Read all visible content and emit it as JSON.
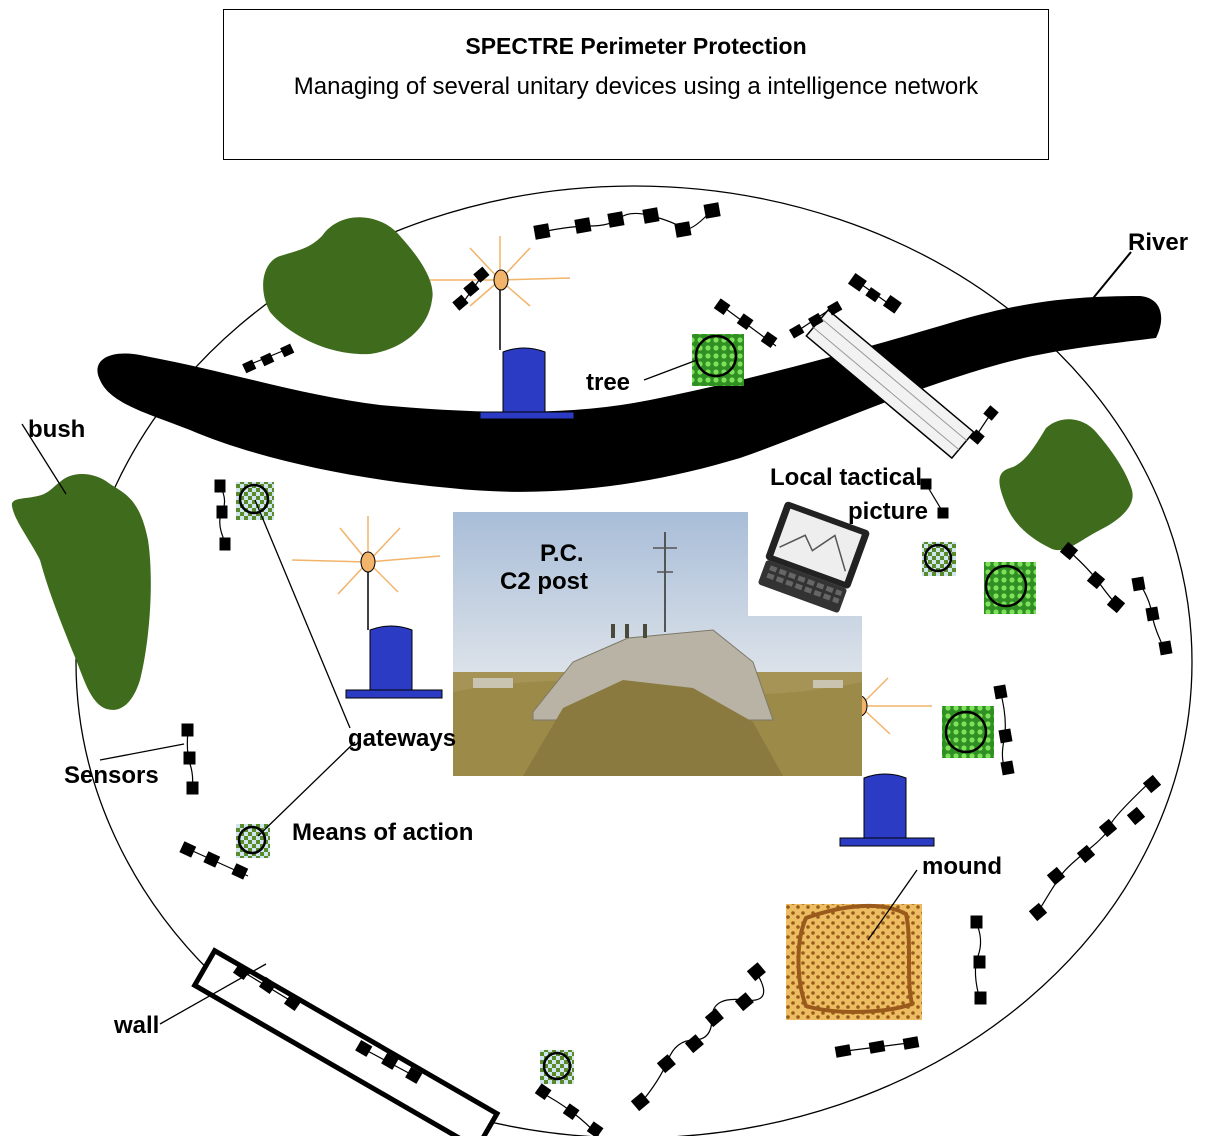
{
  "title": "SPECTRE Perimeter Protection",
  "subtitle": "Managing of several unitary devices using a intelligence network",
  "labels": {
    "river": "River",
    "bush": "bush",
    "tree": "tree",
    "local_tactical_picture_line1": "Local tactical",
    "local_tactical_picture_line2": "picture",
    "pc": "P.C.",
    "c2_post": "C2 post",
    "gateways": "gateways",
    "sensors": "Sensors",
    "means_of_action": "Means of action",
    "mound": "mound",
    "wall": "wall"
  },
  "colors": {
    "vegetation": "#3f6b1c",
    "river": "#000000",
    "gateway": "#2c3bc4",
    "gateway_lamp": "#f2b36a",
    "tree_fill": "#3cb82c",
    "mound_fill": "#e8b85c",
    "mound_dots": "#9a5a1c"
  }
}
